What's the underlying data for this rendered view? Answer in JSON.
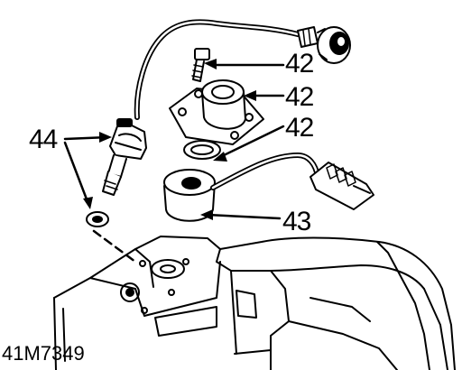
{
  "figure": {
    "code": "41M7349"
  },
  "callouts": {
    "bolt": "42",
    "mount": "42",
    "seal": "42",
    "switch": "43",
    "sensor": "44"
  }
}
